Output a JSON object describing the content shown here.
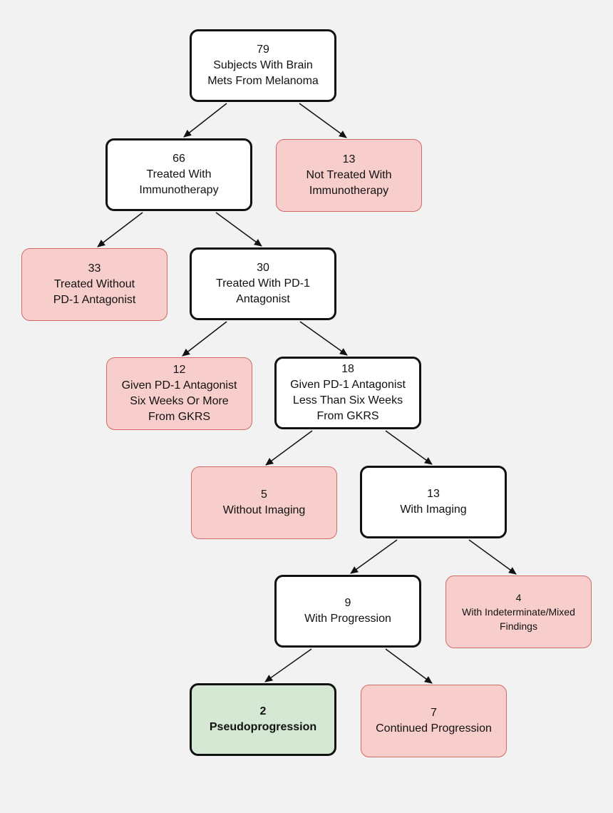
{
  "colors": {
    "background": "#f2f2f2",
    "white_fill": "#ffffff",
    "red_fill": "#f8cecc",
    "red_border": "#cf6a67",
    "green_fill": "#d5e8d4",
    "border_dark": "#111111"
  },
  "nodes": {
    "n79": {
      "count": "79",
      "l1": "Subjects With Brain",
      "l2": "Mets From Melanoma"
    },
    "n66": {
      "count": "66",
      "l1": "Treated With",
      "l2": "Immunotherapy"
    },
    "n13a": {
      "count": "13",
      "l1": "Not Treated With",
      "l2": "Immunotherapy"
    },
    "n33": {
      "count": "33",
      "l1": "Treated Without",
      "l2": "PD-1 Antagonist"
    },
    "n30": {
      "count": "30",
      "l1": "Treated With PD-1",
      "l2": "Antagonist"
    },
    "n12": {
      "count": "12",
      "l1": "Given PD-1 Antagonist",
      "l2": "Six Weeks Or More",
      "l3": "From GKRS"
    },
    "n18": {
      "count": "18",
      "l1": "Given PD-1 Antagonist",
      "l2": "Less Than Six Weeks",
      "l3": "From GKRS"
    },
    "n5": {
      "count": "5",
      "l1": "Without Imaging"
    },
    "n13b": {
      "count": "13",
      "l1": "With Imaging"
    },
    "n9": {
      "count": "9",
      "l1": "With Progression"
    },
    "n4": {
      "count": "4",
      "l1": "With Indeterminate/Mixed",
      "l2": "Findings"
    },
    "n2": {
      "count": "2",
      "l1": "Pseudoprogression"
    },
    "n7": {
      "count": "7",
      "l1": "Continued Progression"
    }
  }
}
